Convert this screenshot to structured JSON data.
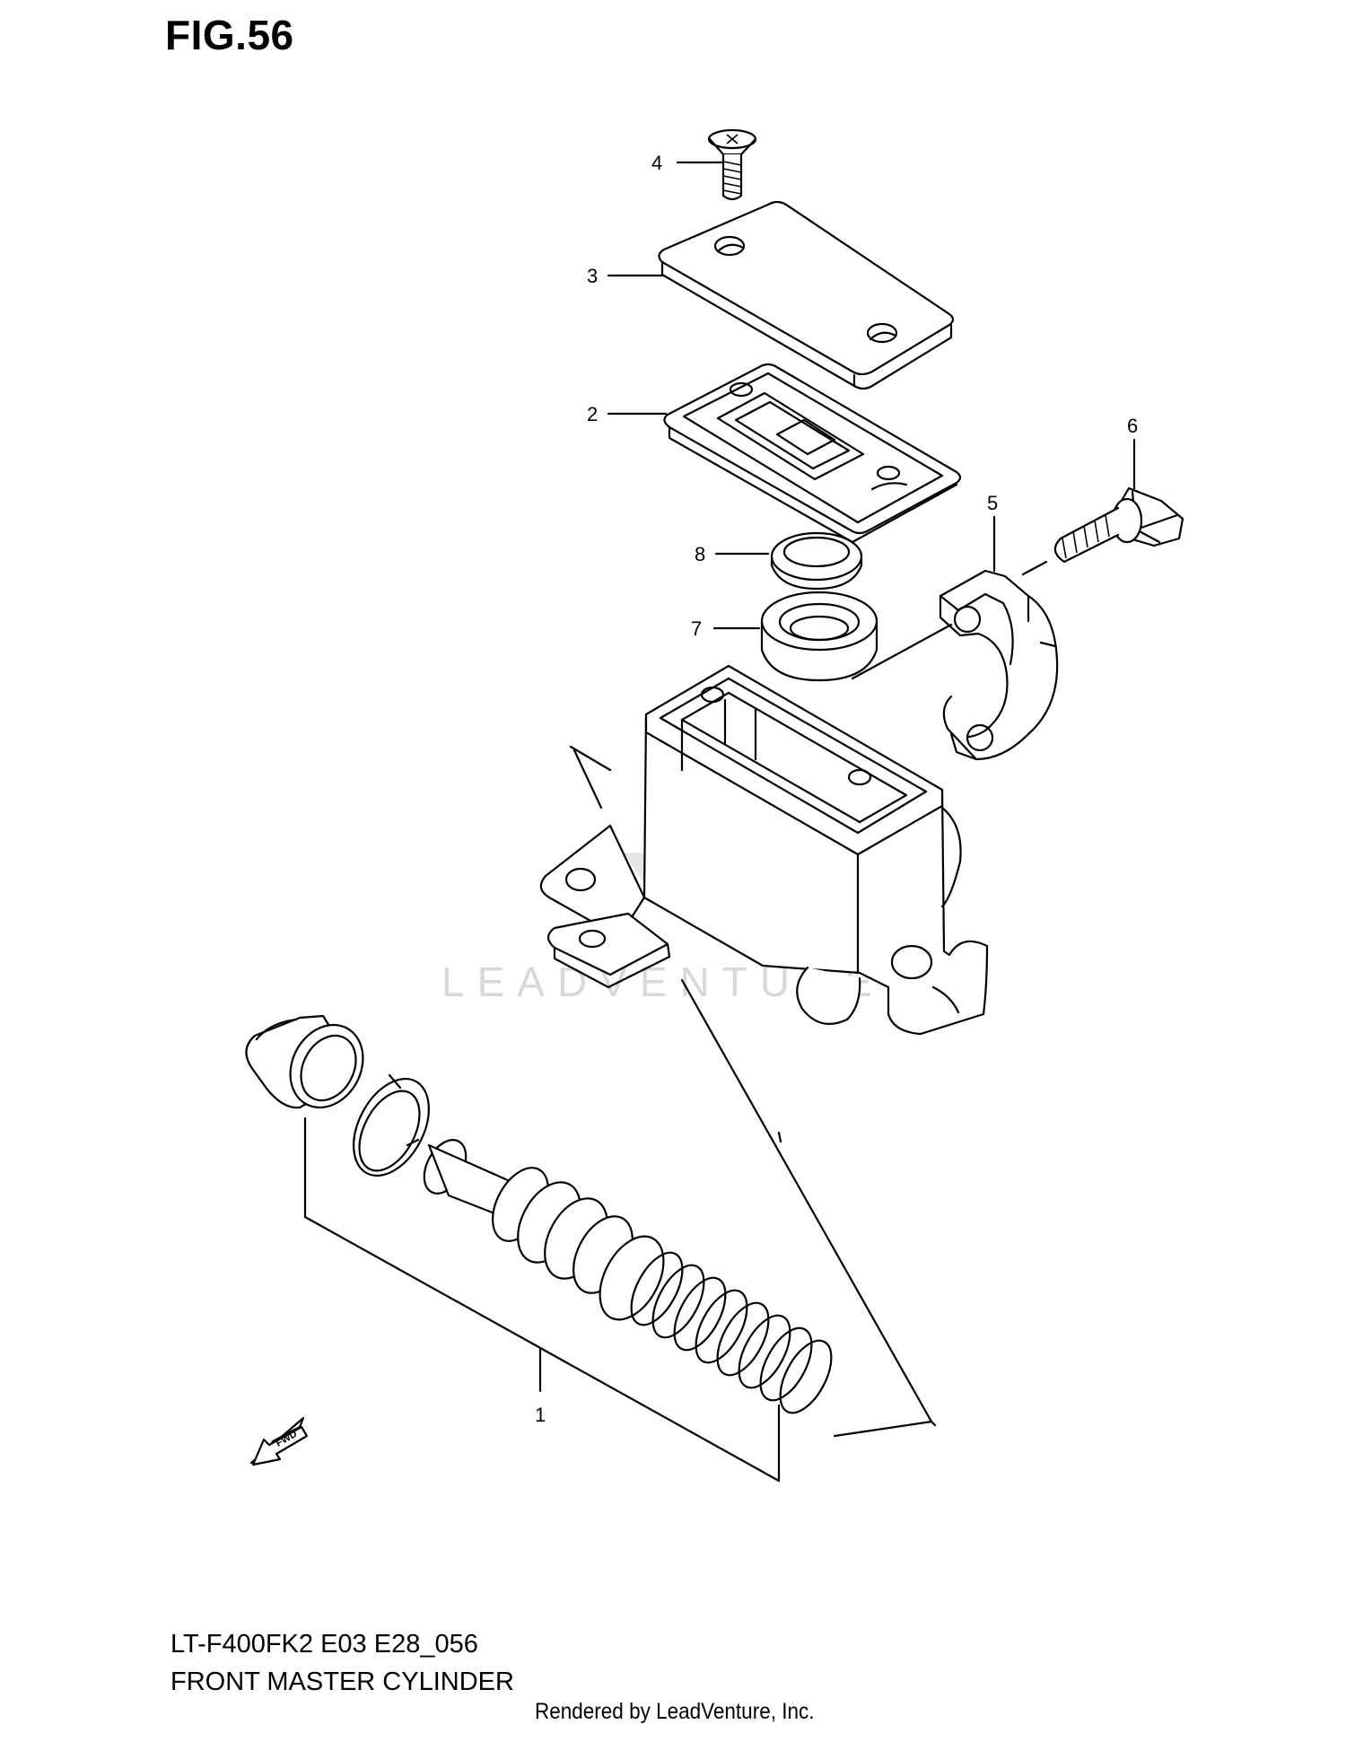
{
  "figure": {
    "title": "FIG.56",
    "model_code": "LT-F400FK2 E03 E28_056",
    "section_title": "FRONT MASTER CYLINDER",
    "rendered_by": "Rendered by LeadVenture, Inc.",
    "watermark": "LEADVENTURE",
    "fwd_label": "FWD"
  },
  "callouts": [
    {
      "number": "1",
      "part": "master-cylinder-assembly"
    },
    {
      "number": "2",
      "part": "diaphragm"
    },
    {
      "number": "3",
      "part": "reservoir-cap"
    },
    {
      "number": "4",
      "part": "cap-screw"
    },
    {
      "number": "5",
      "part": "holder"
    },
    {
      "number": "6",
      "part": "holder-bolt"
    },
    {
      "number": "7",
      "part": "reservoir-seal"
    },
    {
      "number": "8",
      "part": "plate"
    }
  ]
}
